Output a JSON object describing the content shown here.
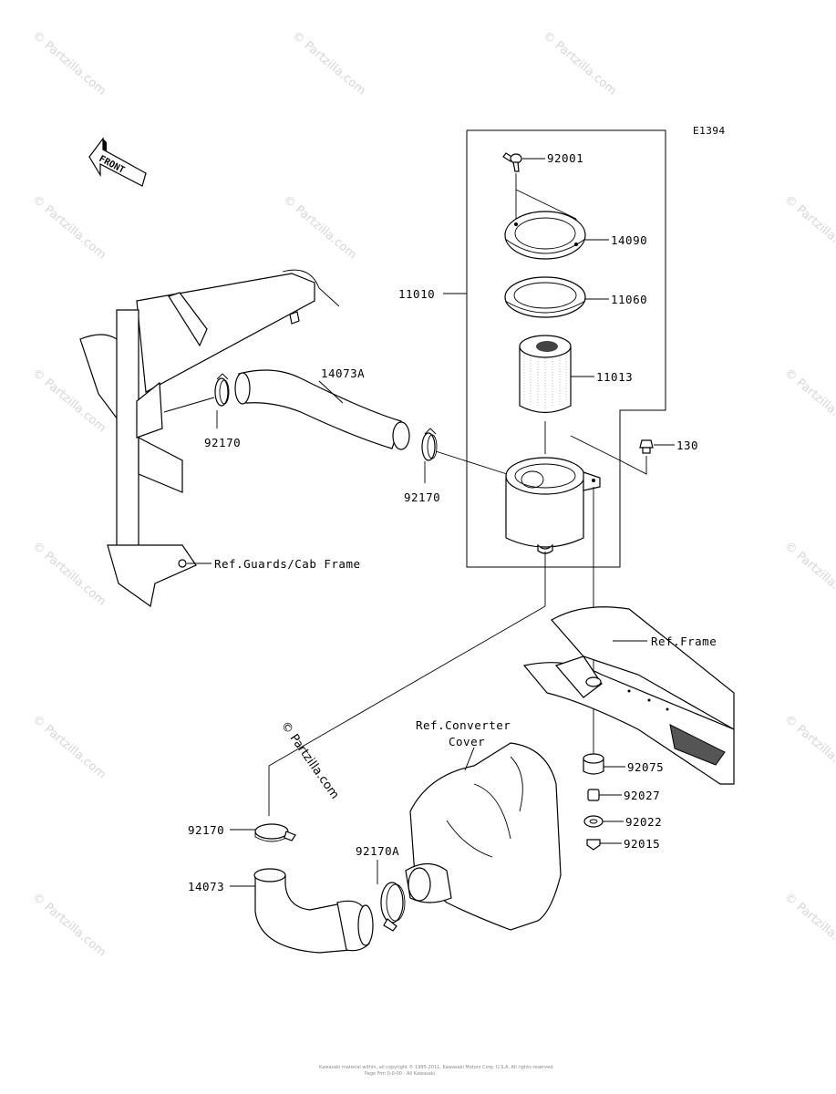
{
  "diagram_code": "E1394",
  "front_label": "FRONT",
  "watermark": "© Partzilla.com",
  "parts": {
    "p92001": "92001",
    "p14090": "14090",
    "p11010": "11010",
    "p11060": "11060",
    "p11013": "11013",
    "p14073a": "14073A",
    "p130": "130",
    "p92170_a": "92170",
    "p92170_b": "92170",
    "p92075": "92075",
    "p92027": "92027",
    "p92022": "92022",
    "p92015": "92015",
    "p92170_c": "92170",
    "p92170a": "92170A",
    "p14073": "14073"
  },
  "refs": {
    "guards_cab_frame": "Ref.Guards/Cab Frame",
    "frame": "Ref.Frame",
    "converter_cover_1": "Ref.Converter",
    "converter_cover_2": "Cover"
  },
  "footer": {
    "line1": "Kawasaki material within, all copyright © 1995-2011, Kawasaki Motors Corp. U.S.A. All rights reserved.",
    "line2": "Page Frm 0-0-00 - All Kawasaki"
  }
}
